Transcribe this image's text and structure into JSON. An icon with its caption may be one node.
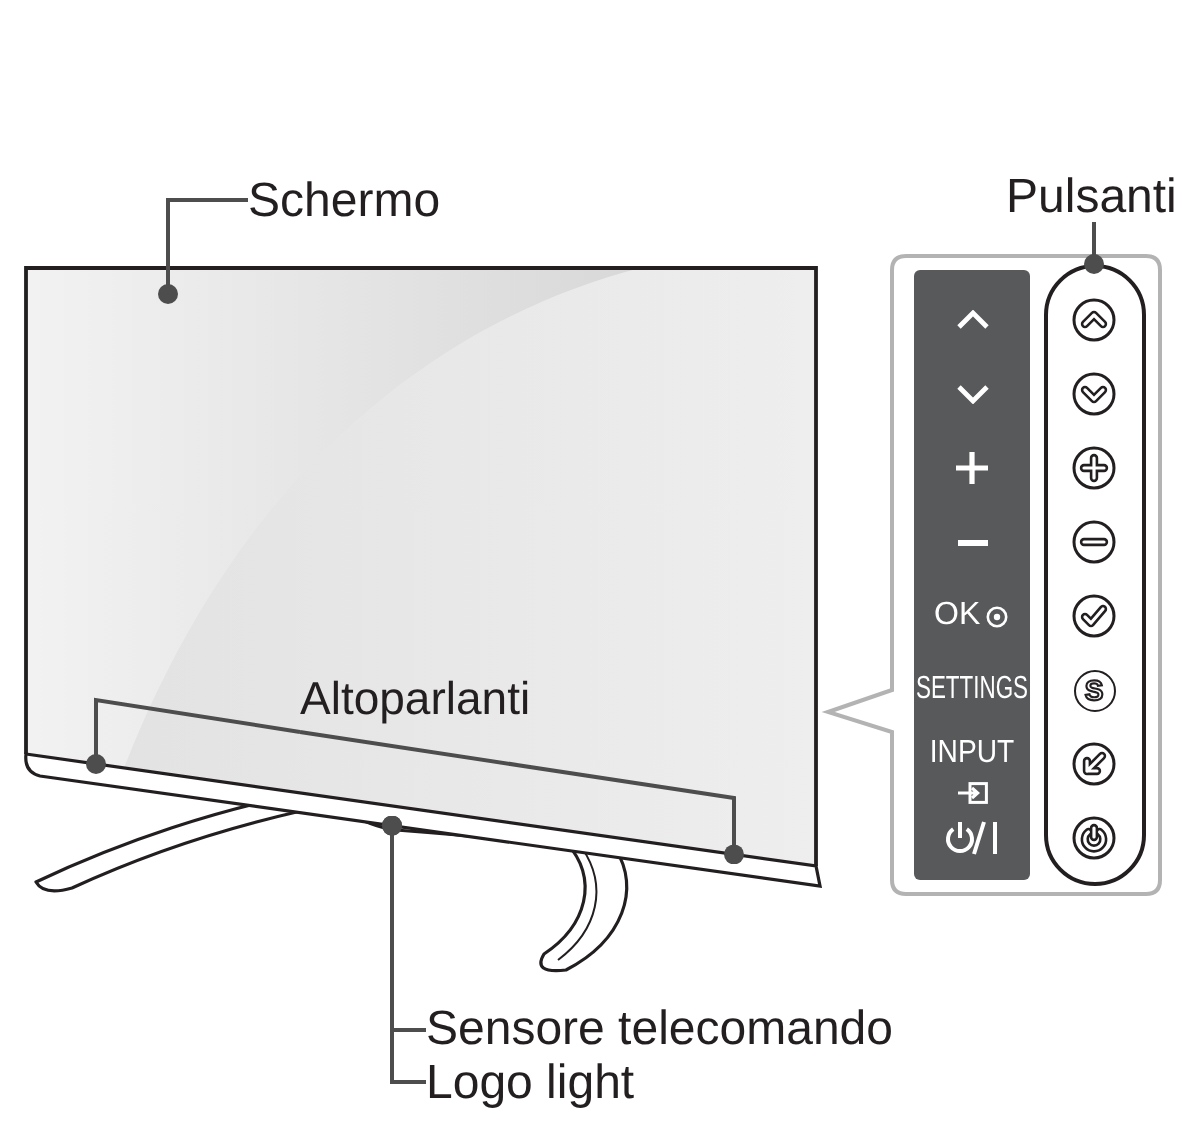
{
  "diagram": {
    "nodes": [
      {
        "text": [
          "Schermo"
        ]
      },
      {
        "text": [
          "Pulsanti"
        ]
      },
      {
        "text": [
          "Altoparlanti"
        ]
      },
      {
        "text": [
          "Sensore telecomando"
        ]
      },
      {
        "text": [
          "Logo light"
        ]
      },
      {
        "text": [
          "OK",
          "SETTINGS",
          "INPUT"
        ]
      },
      {
        "text": [],
        "shape": "bar"
      },
      {
        "text": [
          "S"
        ],
        "in": 6
      },
      {
        "text": [],
        "shape": "bar"
      }
    ],
    "edges": [
      {
        "from": 0,
        "to": null,
        "arrow": "other"
      },
      {
        "from": 1,
        "to": 6,
        "arrow": "other"
      },
      {
        "from": 2,
        "to": 8,
        "arrow": "other"
      },
      {
        "from": 2,
        "to": 8,
        "arrow": "other"
      },
      {
        "from": 3,
        "to": 8,
        "arrow": "other"
      },
      {
        "from": 4,
        "to": 8,
        "arrow": "other"
      }
    ]
  }
}
